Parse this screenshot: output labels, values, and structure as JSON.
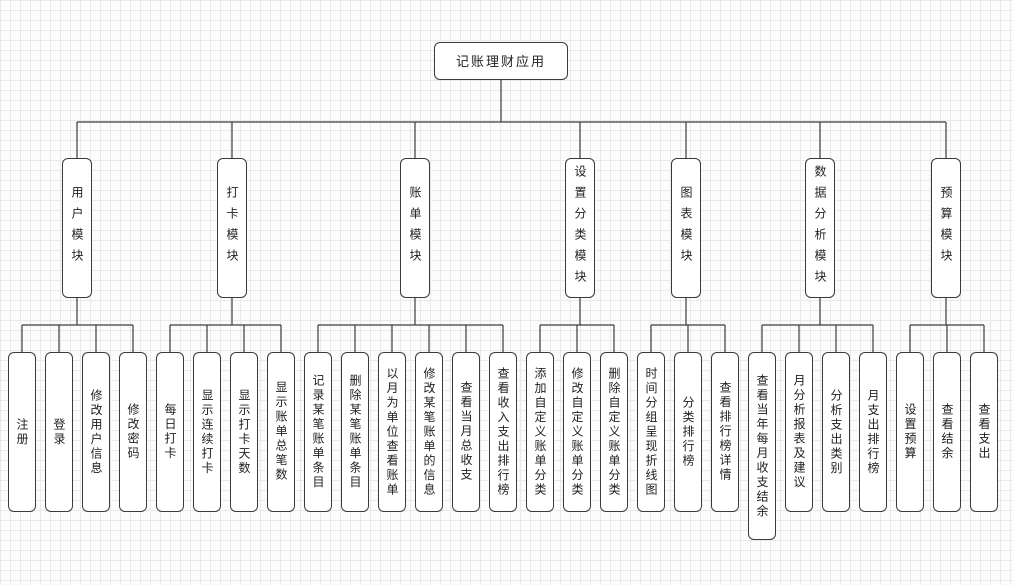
{
  "diagram": {
    "root": "记账理财应用",
    "modules": [
      {
        "label": "用户模块",
        "children": [
          "注册",
          "登录",
          "修改用户信息",
          "修改密码"
        ]
      },
      {
        "label": "打卡模块",
        "children": [
          "每日打卡",
          "显示连续打卡",
          "显示打卡天数",
          "显示账单总笔数"
        ]
      },
      {
        "label": "账单模块",
        "children": [
          "记录某笔账单条目",
          "删除某笔账单条目",
          "以月为单位查看账单",
          "修改某笔账单的信息",
          "查看当月总收支",
          "查看收入支出排行榜"
        ]
      },
      {
        "label": "设置分类模块",
        "children": [
          "添加自定义账单分类",
          "修改自定义账单分类",
          "删除自定义账单分类"
        ]
      },
      {
        "label": "图表模块",
        "children": [
          "时间分组呈现折线图",
          "分类排行榜",
          "查看排行榜详情"
        ]
      },
      {
        "label": "数据分析模块",
        "children": [
          "查看当年每月收支结余",
          "月分析报表及建议",
          "分析支出类别",
          "月支出排行榜"
        ]
      },
      {
        "label": "预算模块",
        "children": [
          "设置预算",
          "查看结余",
          "查看支出"
        ]
      }
    ],
    "colors": {
      "node_fill": "#ffffff",
      "node_border": "#3a3a3a",
      "connector": "#3d3d3d",
      "grid_line": "#e9e9e9",
      "background": "#fcfcfc"
    }
  }
}
